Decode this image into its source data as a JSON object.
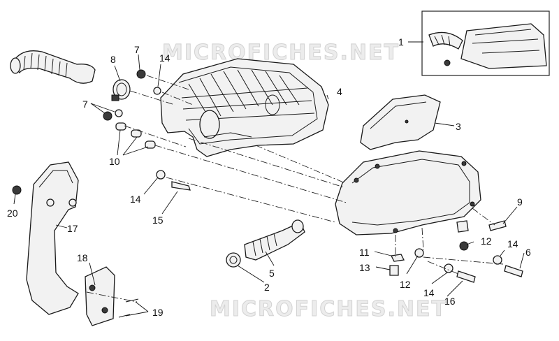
{
  "watermark": "MICROFICHES.NET",
  "callouts": [
    {
      "id": "c1",
      "text": "1"
    },
    {
      "id": "c2",
      "text": "2"
    },
    {
      "id": "c3",
      "text": "3"
    },
    {
      "id": "c4",
      "text": "4"
    },
    {
      "id": "c5",
      "text": "5"
    },
    {
      "id": "c6",
      "text": "6"
    },
    {
      "id": "c7a",
      "text": "7"
    },
    {
      "id": "c7b",
      "text": "7"
    },
    {
      "id": "c8",
      "text": "8"
    },
    {
      "id": "c9",
      "text": "9"
    },
    {
      "id": "c10",
      "text": "10"
    },
    {
      "id": "c11",
      "text": "11"
    },
    {
      "id": "c12a",
      "text": "12"
    },
    {
      "id": "c12b",
      "text": "12"
    },
    {
      "id": "c13",
      "text": "13"
    },
    {
      "id": "c14a",
      "text": "14"
    },
    {
      "id": "c14b",
      "text": "14"
    },
    {
      "id": "c14c",
      "text": "14"
    },
    {
      "id": "c14d",
      "text": "14"
    },
    {
      "id": "c15",
      "text": "15"
    },
    {
      "id": "c16",
      "text": "16"
    },
    {
      "id": "c17",
      "text": "17"
    },
    {
      "id": "c18",
      "text": "18"
    },
    {
      "id": "c19",
      "text": "19"
    },
    {
      "id": "c20",
      "text": "20"
    }
  ]
}
